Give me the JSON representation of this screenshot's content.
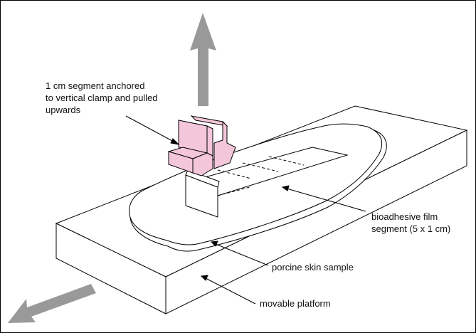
{
  "labels": {
    "clamp_line1": "1 cm segment anchored",
    "clamp_line2": "to vertical clamp and pulled",
    "clamp_line3": "upwards",
    "film_line1": "bioadhesive film",
    "film_line2": "segment (5 x 1 cm)",
    "skin": "porcine skin sample",
    "platform": "movable platform"
  },
  "colors": {
    "arrow_gray": "#999999",
    "clamp_pink": "#f4c6da",
    "outline": "#000000"
  }
}
